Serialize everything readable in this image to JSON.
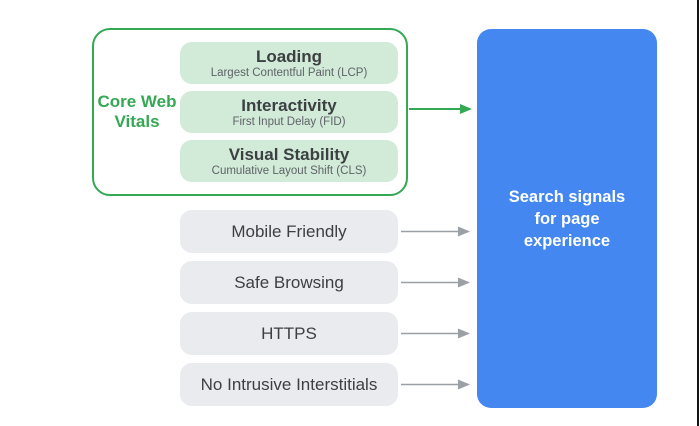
{
  "colors": {
    "green": "#34a853",
    "green_light": "#d2ead8",
    "gray_pill": "#e9ebee",
    "blue": "#4587f1",
    "text_dark": "#3c4043",
    "text_muted": "#5f6368",
    "arrow_gray": "#9aa0a6",
    "text_on_blue": "#ffffff"
  },
  "core_web_vitals": {
    "label": "Core Web Vitals",
    "items": [
      {
        "title": "Loading",
        "subtitle": "Largest Contentful Paint (LCP)"
      },
      {
        "title": "Interactivity",
        "subtitle": "First Input Delay (FID)"
      },
      {
        "title": "Visual Stability",
        "subtitle": "Cumulative Layout Shift (CLS)"
      }
    ]
  },
  "other_signals": [
    {
      "label": "Mobile Friendly"
    },
    {
      "label": "Safe Browsing"
    },
    {
      "label": "HTTPS"
    },
    {
      "label": "No Intrusive Interstitials"
    }
  ],
  "result_box": {
    "label": "Search signals for page experience"
  }
}
